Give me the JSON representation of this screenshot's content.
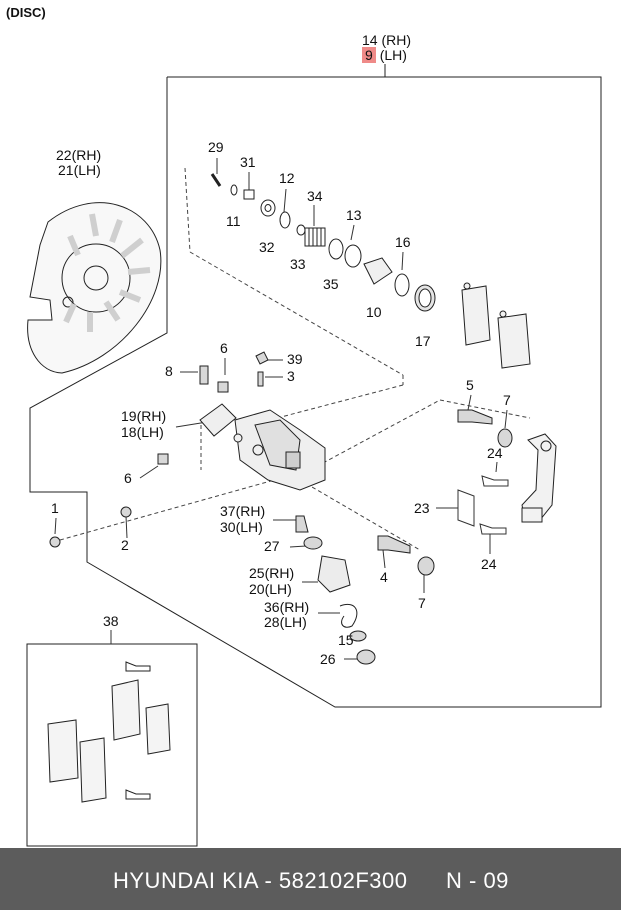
{
  "header": {
    "title": "(DISC)"
  },
  "callouts": {
    "c14": "14",
    "c14s": "(RH)",
    "c9": "9",
    "c9s": "(LH)",
    "c22": "22",
    "c22s": "(RH)",
    "c21": "21",
    "c21s": "(LH)",
    "c29": "29",
    "c31": "31",
    "c11": "11",
    "c12": "12",
    "c32": "32",
    "c34": "34",
    "c33": "33",
    "c13": "13",
    "c35": "35",
    "c16": "16",
    "c10": "10",
    "c17": "17",
    "c6a": "6",
    "c39": "39",
    "c8": "8",
    "c3": "3",
    "c5": "5",
    "c7a": "7",
    "c19": "19",
    "c19s": "(RH)",
    "c18": "18",
    "c18s": "(LH)",
    "c24a": "24",
    "c6b": "6",
    "c23": "23",
    "c1": "1",
    "c2": "2",
    "c37": "37",
    "c37s": "(RH)",
    "c30": "30",
    "c30s": "(LH)",
    "c27": "27",
    "c25": "25",
    "c25s": "(RH)",
    "c20": "20",
    "c20s": "(LH)",
    "c4": "4",
    "c7b": "7",
    "c24b": "24",
    "c36": "36",
    "c36s": "(RH)",
    "c28": "28",
    "c28s": "(LH)",
    "c15": "15",
    "c26": "26",
    "c38": "38"
  },
  "footer": {
    "brand": "HYUNDAI  KIA - 582102F300",
    "code": "N - 09"
  },
  "colors": {
    "highlight": "#ef8a88",
    "footer_bg": "#5c5c5c"
  }
}
